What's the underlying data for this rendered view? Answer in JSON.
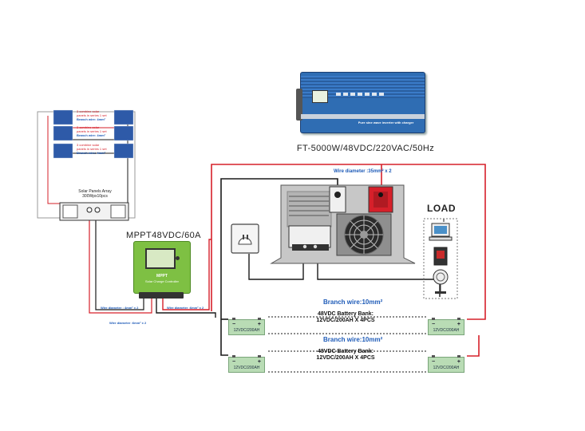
{
  "inverter": {
    "model_label": "FT-5000W/48VDC/220VAC/50Hz",
    "panel_text": "Pure sine wave inverter with charger",
    "body_color": "#2f6db3"
  },
  "solar": {
    "array_title": "Solar Panels Array",
    "array_subtitle": "300Wpx10pcs",
    "row_notes": [
      {
        "line1": "3 combine solar",
        "line2": "panels in series 1 set",
        "wire": "Branch wire: 4mm²"
      },
      {
        "line1": "3 combine solar",
        "line2": "panels in series 1 set",
        "wire": "Branch wire: 4mm²"
      },
      {
        "line1": "3 combine solar",
        "line2": "panels in series 1 set",
        "wire": "Branch wire: 4mm²"
      }
    ]
  },
  "controller": {
    "model_label": "MPPT48VDC/60A",
    "brand": "MPPT",
    "subtitle": "Solar Charge Controller",
    "color": "#7ec043"
  },
  "wire_labels": {
    "top": "Wire diameter :35mm² x  2",
    "ctrl_left": "Wire diameter : 4mm² x  2",
    "ctrl_right": "Wire diameter :6mm² x  2",
    "ctrl_bottom": "Wire diameter :6mm² x  2"
  },
  "load": {
    "title": "LOAD"
  },
  "battery_banks": [
    {
      "branch_wire": "Branch wire:10mm²",
      "bank_line1": "48VDC Battery Bank:",
      "bank_line2": "12VDC/200AH  X 4PCS",
      "left_battery": "12VDC/200AH",
      "right_battery": "12VDC/200AH"
    },
    {
      "branch_wire": "Branch wire:10mm²",
      "bank_line1": "48VDC Battery Bank:",
      "bank_line2": "12VDC/200AH  X 4PCS",
      "left_battery": "12VDC/200AH",
      "right_battery": "12VDC/200AH"
    }
  ],
  "battery_symbols": {
    "minus": "−",
    "plus": "+"
  },
  "colors": {
    "positive_wire": "#d6202a",
    "negative_wire": "#1a1a1a",
    "battery": "#b9dcb5",
    "caption_blue": "#1e5bb8"
  }
}
